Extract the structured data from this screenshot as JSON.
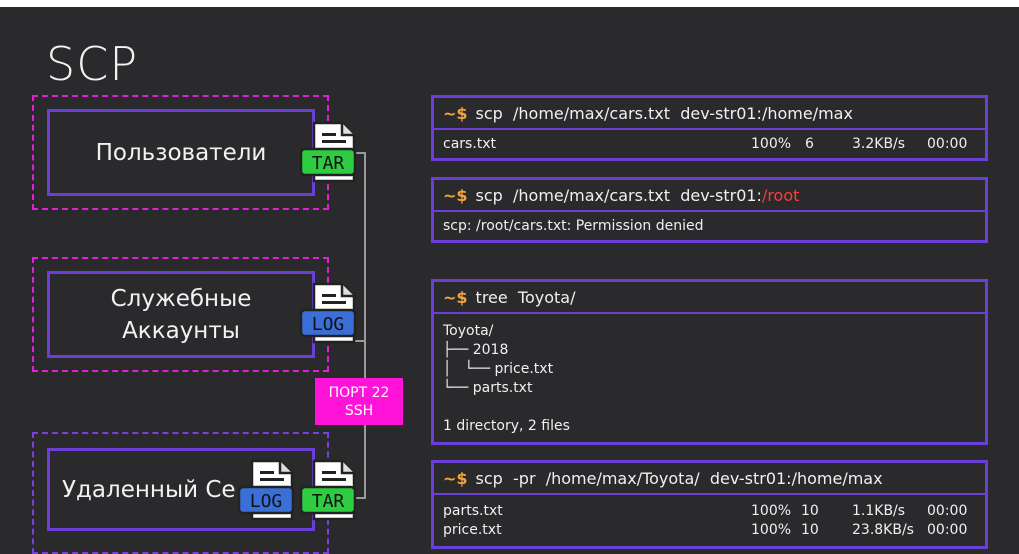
{
  "title": "SCP",
  "left": {
    "boxes": [
      {
        "label": "Пользователи"
      },
      {
        "label": "Служебные\nАккаунты"
      },
      {
        "label": "Удаленный Се"
      }
    ],
    "port_line1": "ПОРТ 22",
    "port_line2": "SSH",
    "icons": {
      "tar": "TAR",
      "log": "LOG"
    }
  },
  "terminals": [
    {
      "prompt": "~$",
      "command": "scp  /home/max/cars.txt  dev-str01:/home/max",
      "output": [
        {
          "file": "cars.txt",
          "pct": "100%",
          "size": "6",
          "rate": "3.2KB/s",
          "time": "00:00"
        }
      ]
    },
    {
      "prompt": "~$",
      "command": "scp  /home/max/cars.txt  dev-str01:",
      "command_highlight": "/root",
      "output_text": "scp: /root/cars.txt: Permission denied"
    },
    {
      "prompt": "~$",
      "command": "tree  Toyota/",
      "tree": [
        "Toyota/",
        "├── 2018",
        "│   └── price.txt",
        "└── parts.txt",
        "",
        "1 directory, 2 files"
      ]
    },
    {
      "prompt": "~$",
      "command": "scp  -pr  /home/max/Toyota/  dev-str01:/home/max",
      "output": [
        {
          "file": "parts.txt",
          "pct": "100%",
          "size": "10",
          "rate": "1.1KB/s",
          "time": "00:00"
        },
        {
          "file": "price.txt",
          "pct": "100%",
          "size": "10",
          "rate": "23.8KB/s",
          "time": "00:00"
        }
      ]
    }
  ],
  "colors": {
    "accent_purple": "#6a3fd8",
    "dash_magenta": "#e020d8",
    "port_bg": "#ff13d8",
    "tar_green": "#2ecc40",
    "log_blue": "#3b6fd8",
    "prompt_orange": "#f4a43a",
    "error_red": "#ff3b3b"
  }
}
